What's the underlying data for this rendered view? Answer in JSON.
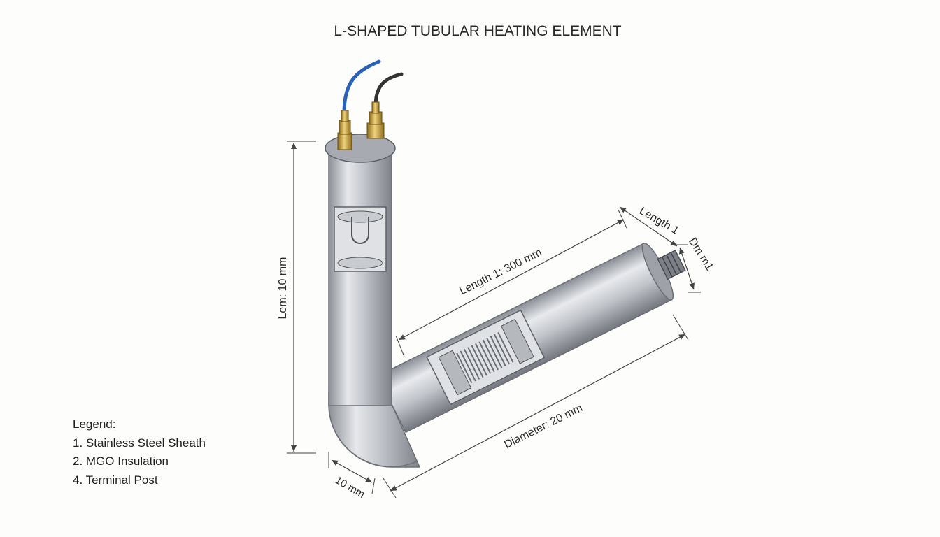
{
  "title": "L-SHAPED TUBULAR HEATING ELEMENT",
  "dimensions": {
    "vertical_length": "Lem: 10 mm",
    "horizontal_length": "Length 1: 300 mm",
    "diameter": "Diameter: 20 mm",
    "bend_width": "10 mm",
    "end_length": "Length 1",
    "end_diameter": "Dm m1"
  },
  "legend": {
    "heading": "Legend:",
    "items": [
      "1. Stainless Steel Sheath",
      "2. MGO Insulation",
      "4. Terminal Post"
    ]
  },
  "colors": {
    "sheath": "#b8bcc2",
    "terminal_brass": "#c9a43a",
    "wire_blue": "#2a62b8",
    "wire_black": "#333333",
    "dimension_line": "#444444"
  }
}
